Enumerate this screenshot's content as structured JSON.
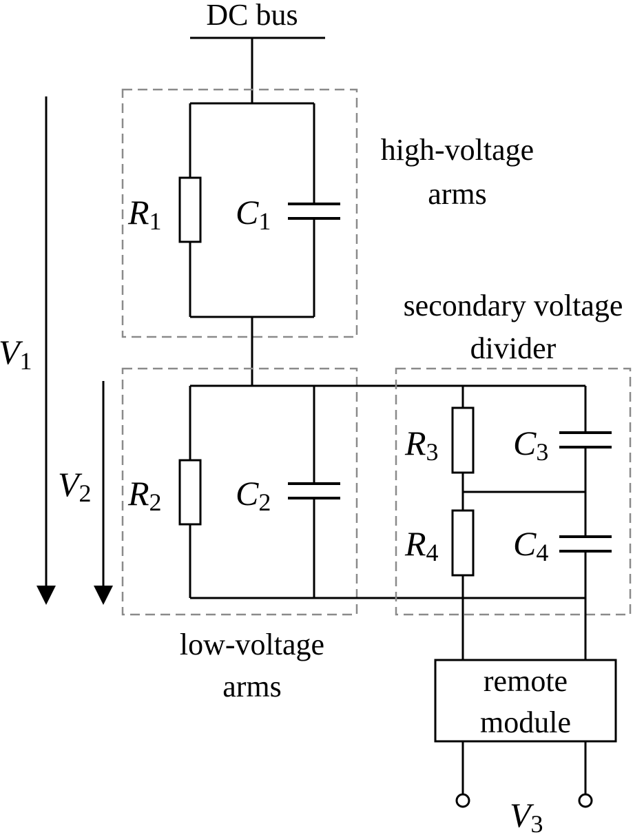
{
  "labels": {
    "dc_bus": "DC bus",
    "high_voltage_arms_line1": "high-voltage",
    "high_voltage_arms_line2": "arms",
    "low_voltage_arms_line1": "low-voltage",
    "low_voltage_arms_line2": "arms",
    "secondary_divider_line1": "secondary voltage",
    "secondary_divider_line2": "divider",
    "remote_module_line1": "remote",
    "remote_module_line2": "module"
  },
  "components": {
    "r1": {
      "letter": "R",
      "sub": "1"
    },
    "c1": {
      "letter": "C",
      "sub": "1"
    },
    "r2": {
      "letter": "R",
      "sub": "2"
    },
    "c2": {
      "letter": "C",
      "sub": "2"
    },
    "r3": {
      "letter": "R",
      "sub": "3"
    },
    "c3": {
      "letter": "C",
      "sub": "3"
    },
    "r4": {
      "letter": "R",
      "sub": "4"
    },
    "c4": {
      "letter": "C",
      "sub": "4"
    }
  },
  "voltages": {
    "v1": {
      "letter": "V",
      "sub": "1"
    },
    "v2": {
      "letter": "V",
      "sub": "2"
    },
    "v3": {
      "letter": "V",
      "sub": "3"
    }
  }
}
